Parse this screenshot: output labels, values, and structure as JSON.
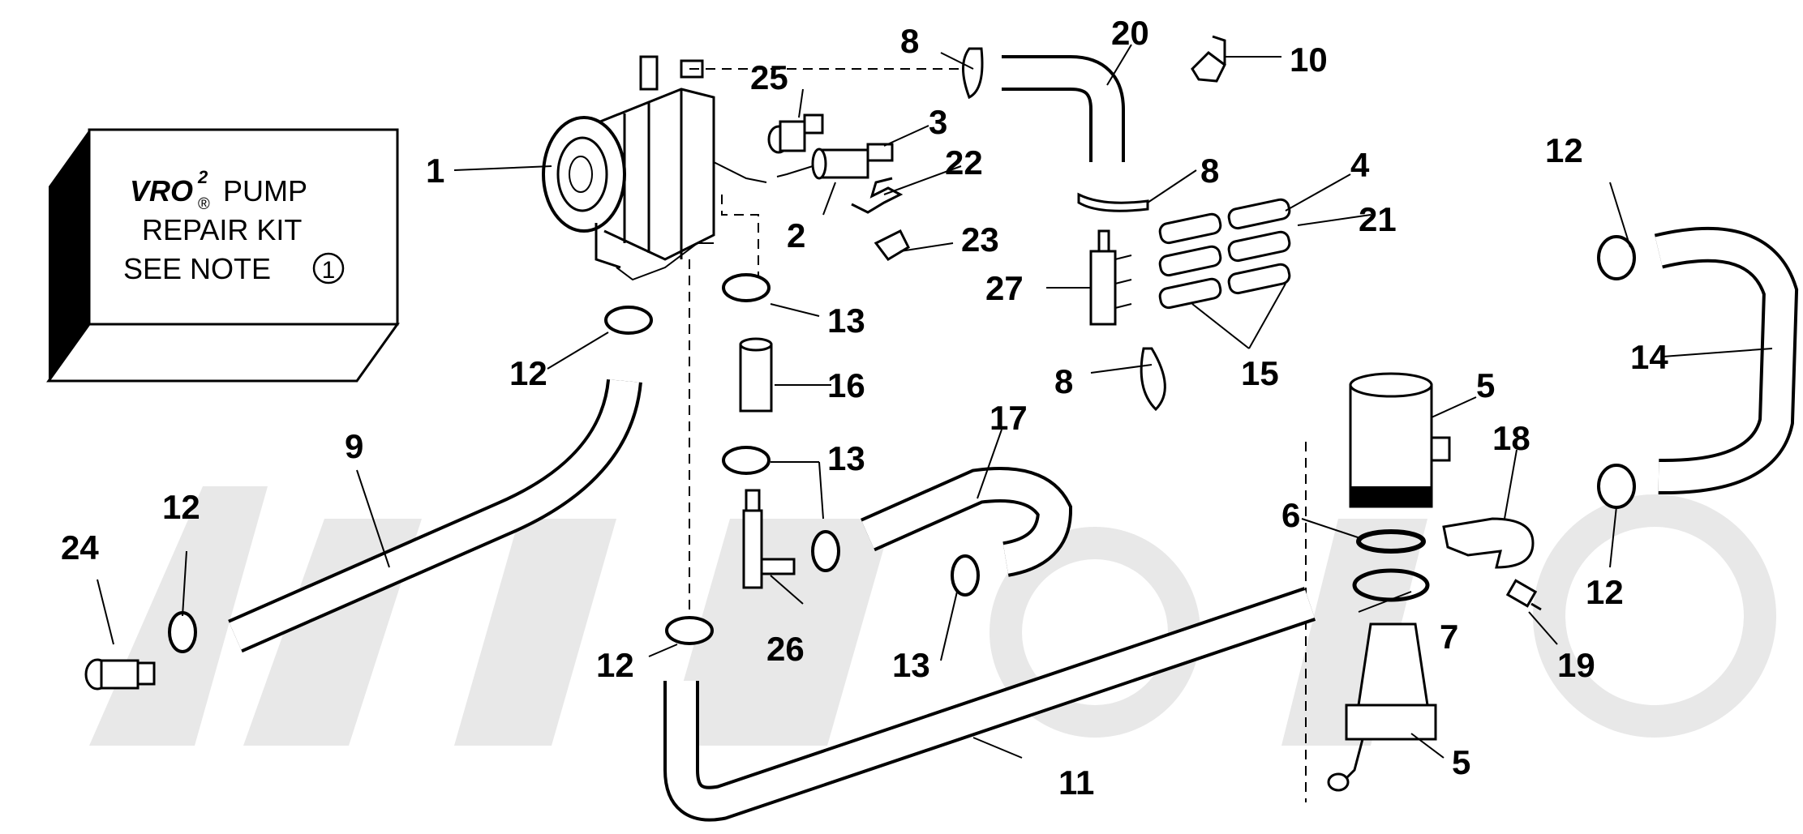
{
  "kit_box": {
    "line1_brand": "VRO",
    "line1_sup": "2",
    "line1_reg": "®",
    "line1_rest": "PUMP",
    "line2": "REPAIR KIT",
    "line3": "SEE NOTE",
    "note_number": "1"
  },
  "callouts": {
    "c1": "1",
    "c2": "2",
    "c3": "3",
    "c4": "4",
    "c5a": "5",
    "c5b": "5",
    "c6": "6",
    "c7": "7",
    "c8a": "8",
    "c8b": "8",
    "c8c": "8",
    "c9": "9",
    "c10": "10",
    "c11": "11",
    "c12a": "12",
    "c12b": "12",
    "c12c": "12",
    "c12d": "12",
    "c12e": "12",
    "c13a": "13",
    "c13b": "13",
    "c13c": "13",
    "c14": "14",
    "c15": "15",
    "c16": "16",
    "c17": "17",
    "c18": "18",
    "c19": "19",
    "c20": "20",
    "c21": "21",
    "c22": "22",
    "c23": "23",
    "c24": "24",
    "c25": "25",
    "c26": "26",
    "c27": "27"
  }
}
